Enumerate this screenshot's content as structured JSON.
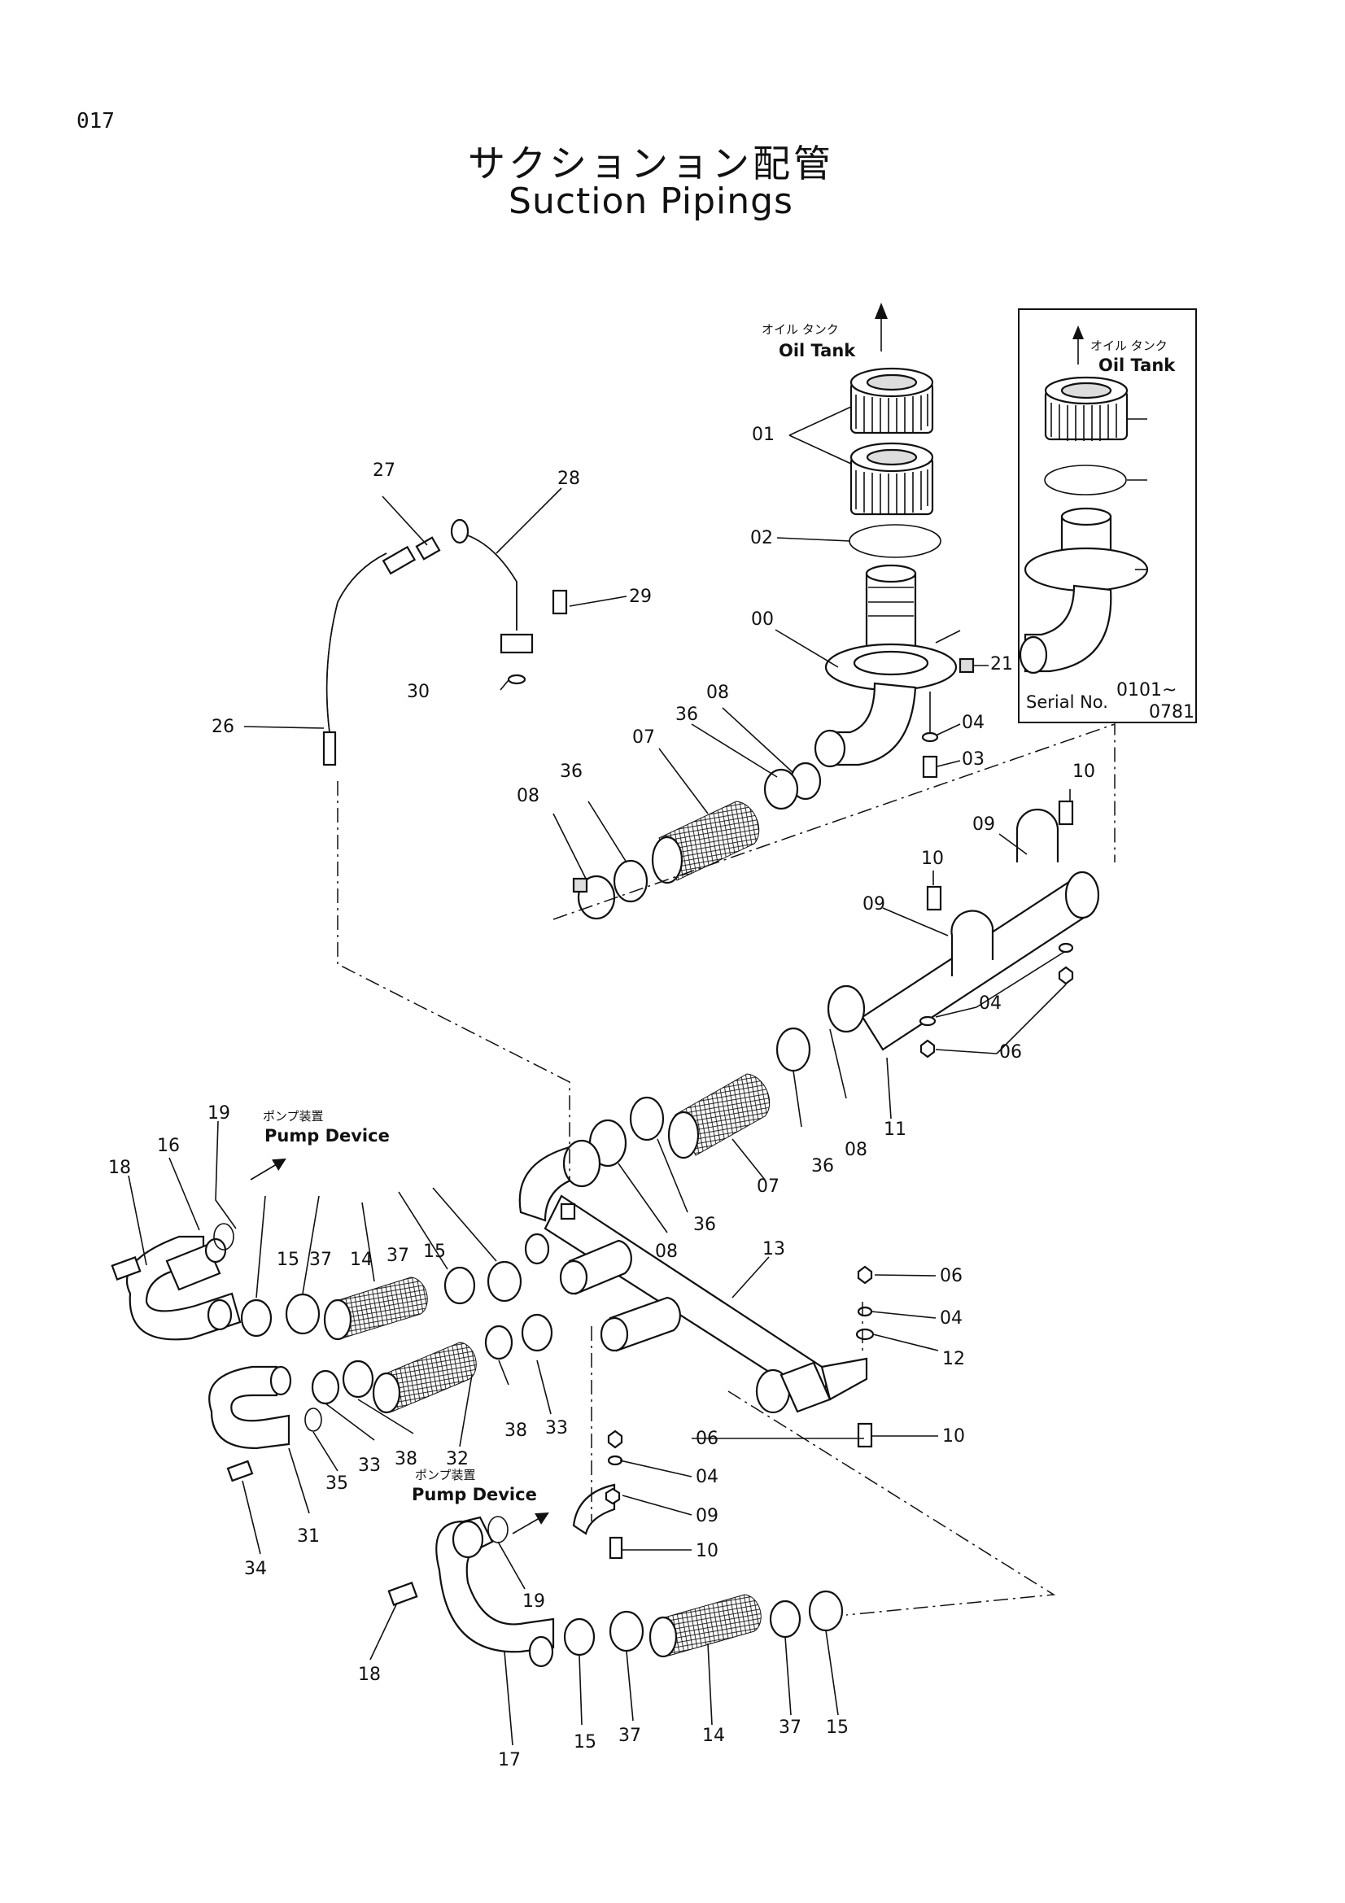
{
  "page_number": "017",
  "title_jp": "サクションョン配管",
  "title_en": "Suction Pipings",
  "oil_tank_main": {
    "jp": "オイル タンク",
    "en": "Oil Tank"
  },
  "inset": {
    "oil_tank_jp": "オイル タンク",
    "oil_tank_en": "Oil Tank",
    "serial_label": "Serial No.",
    "serial_from": "0101~",
    "serial_to": "0781"
  },
  "pump_device_upper": {
    "jp": "ポンプ装置",
    "en": "Pump Device"
  },
  "pump_device_lower": {
    "jp": "ポンプ装置",
    "en": "Pump Device"
  },
  "part_labels": [
    {
      "id": "01"
    },
    {
      "id": "02"
    },
    {
      "id": "00"
    },
    {
      "id": "21"
    },
    {
      "id": "08"
    },
    {
      "id": "36"
    },
    {
      "id": "07"
    },
    {
      "id": "36"
    },
    {
      "id": "08"
    },
    {
      "id": "04"
    },
    {
      "id": "03"
    },
    {
      "id": "10"
    },
    {
      "id": "09"
    },
    {
      "id": "10"
    },
    {
      "id": "09"
    },
    {
      "id": "04"
    },
    {
      "id": "06"
    },
    {
      "id": "11"
    },
    {
      "id": "08"
    },
    {
      "id": "36"
    },
    {
      "id": "07"
    },
    {
      "id": "36"
    },
    {
      "id": "08"
    },
    {
      "id": "13"
    },
    {
      "id": "27"
    },
    {
      "id": "28"
    },
    {
      "id": "29"
    },
    {
      "id": "30"
    },
    {
      "id": "26"
    },
    {
      "id": "19"
    },
    {
      "id": "16"
    },
    {
      "id": "18"
    },
    {
      "id": "15"
    },
    {
      "id": "37"
    },
    {
      "id": "14"
    },
    {
      "id": "37"
    },
    {
      "id": "15"
    },
    {
      "id": "06"
    },
    {
      "id": "04"
    },
    {
      "id": "12"
    },
    {
      "id": "10"
    },
    {
      "id": "38"
    },
    {
      "id": "33"
    },
    {
      "id": "32"
    },
    {
      "id": "38"
    },
    {
      "id": "33"
    },
    {
      "id": "35"
    },
    {
      "id": "31"
    },
    {
      "id": "34"
    },
    {
      "id": "06"
    },
    {
      "id": "04"
    },
    {
      "id": "09"
    },
    {
      "id": "10"
    },
    {
      "id": "18"
    },
    {
      "id": "19"
    },
    {
      "id": "17"
    },
    {
      "id": "15"
    },
    {
      "id": "37"
    },
    {
      "id": "14"
    },
    {
      "id": "37"
    },
    {
      "id": "15"
    }
  ]
}
